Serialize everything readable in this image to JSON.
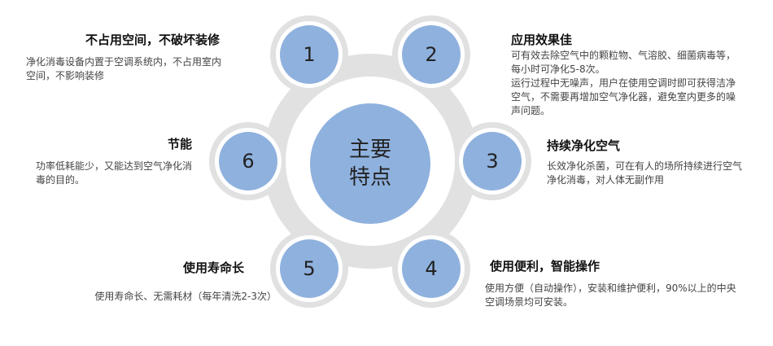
{
  "colors": {
    "ring_gray": "#e1e1e1",
    "node_blue": "#8fb1de",
    "node_border": "#ffffff",
    "center_blue": "#8fb1de"
  },
  "center": {
    "line1": "主要",
    "line2": "特点"
  },
  "features": [
    {
      "number": "1",
      "title": "不占用空间，不破坏装修",
      "desc": [
        "净化消毒设备内置于空调系统内，不占用室内空间，不影响装修"
      ]
    },
    {
      "number": "2",
      "title": "应用效果佳",
      "desc": [
        "可有效去除空气中的颗粒物、气溶胶、细菌病毒等，每小时可净化5-8次。",
        "运行过程中无噪声，用户在使用空调时即可获得洁净空气，不需要再增加空气净化器，避免室内更多的噪声问题。"
      ]
    },
    {
      "number": "3",
      "title": "持续净化空气",
      "desc": [
        "长效净化杀菌，可在有人的场所持续进行空气净化消毒，对人体无副作用"
      ]
    },
    {
      "number": "4",
      "title": "使用便利，智能操作",
      "desc": [
        "使用方便（自动操作），安装和维护便利，90%以上的中央空调场景均可安装。"
      ]
    },
    {
      "number": "5",
      "title": "使用寿命长",
      "desc": [
        "使用寿命长、无需耗材（每年清洗2-3次）"
      ]
    },
    {
      "number": "6",
      "title": "节能",
      "desc": [
        "功率低耗能少，又能达到空气净化消毒的目的。"
      ]
    }
  ]
}
